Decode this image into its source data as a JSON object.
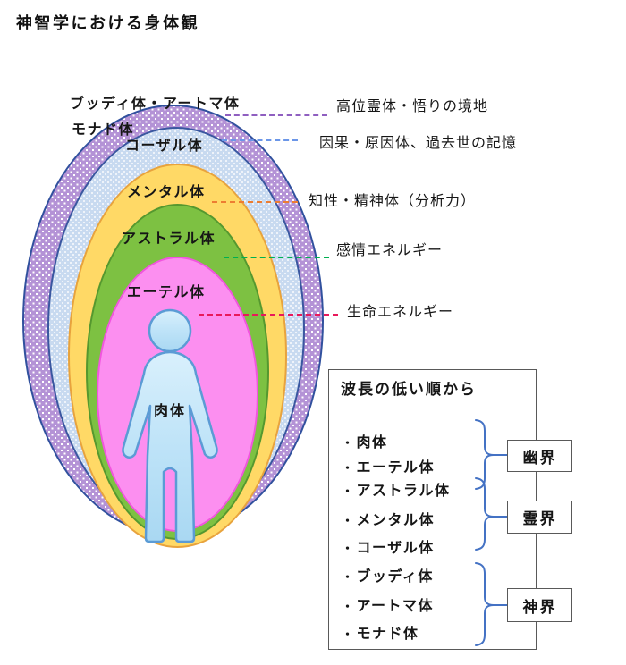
{
  "page_title": "神智学における身体観",
  "aura": {
    "labels": {
      "buddhi_atma": "ブッディ体・アートマ体",
      "monad": "モナド体",
      "causal": "コーザル体",
      "mental": "メンタル体",
      "astral": "アストラル体",
      "etheric": "エーテル体",
      "physical": "肉体"
    },
    "colors": {
      "outer_purple": "#B493D6",
      "outer_border": "#31519E",
      "causal_blue": "#C8DAF0",
      "mental_yellow": "#FFD966",
      "mental_border": "#E8A33D",
      "astral_green": "#7DC142",
      "astral_border": "#55982F",
      "etheric_pink": "#FC8FF0",
      "etheric_border": "#F155DE",
      "body_fill": "#BEE3F8",
      "body_border": "#5B9BD5"
    }
  },
  "annotations": [
    {
      "text": "高位霊体・悟りの境地",
      "line_color": "#8F5FC0"
    },
    {
      "text": "因果・原因体、過去世の記憶",
      "line_color": "#6B96E8"
    },
    {
      "text": "知性・精神体（分析力）",
      "line_color": "#ED7D31"
    },
    {
      "text": "感情エネルギー",
      "line_color": "#00B050"
    },
    {
      "text": "生命エネルギー",
      "line_color": "#E8195B"
    }
  ],
  "legend": {
    "heading": "波長の低い順から",
    "bullet": "・",
    "items": [
      "肉体",
      "エーテル体",
      "アストラル体",
      "メンタル体",
      "コーザル体",
      "ブッディ体",
      "アートマ体",
      "モナド体"
    ],
    "groups": [
      {
        "label": "幽界"
      },
      {
        "label": "霊界"
      },
      {
        "label": "神界"
      }
    ],
    "brace_color": "#4472C4",
    "box_border_color": "#595959"
  }
}
